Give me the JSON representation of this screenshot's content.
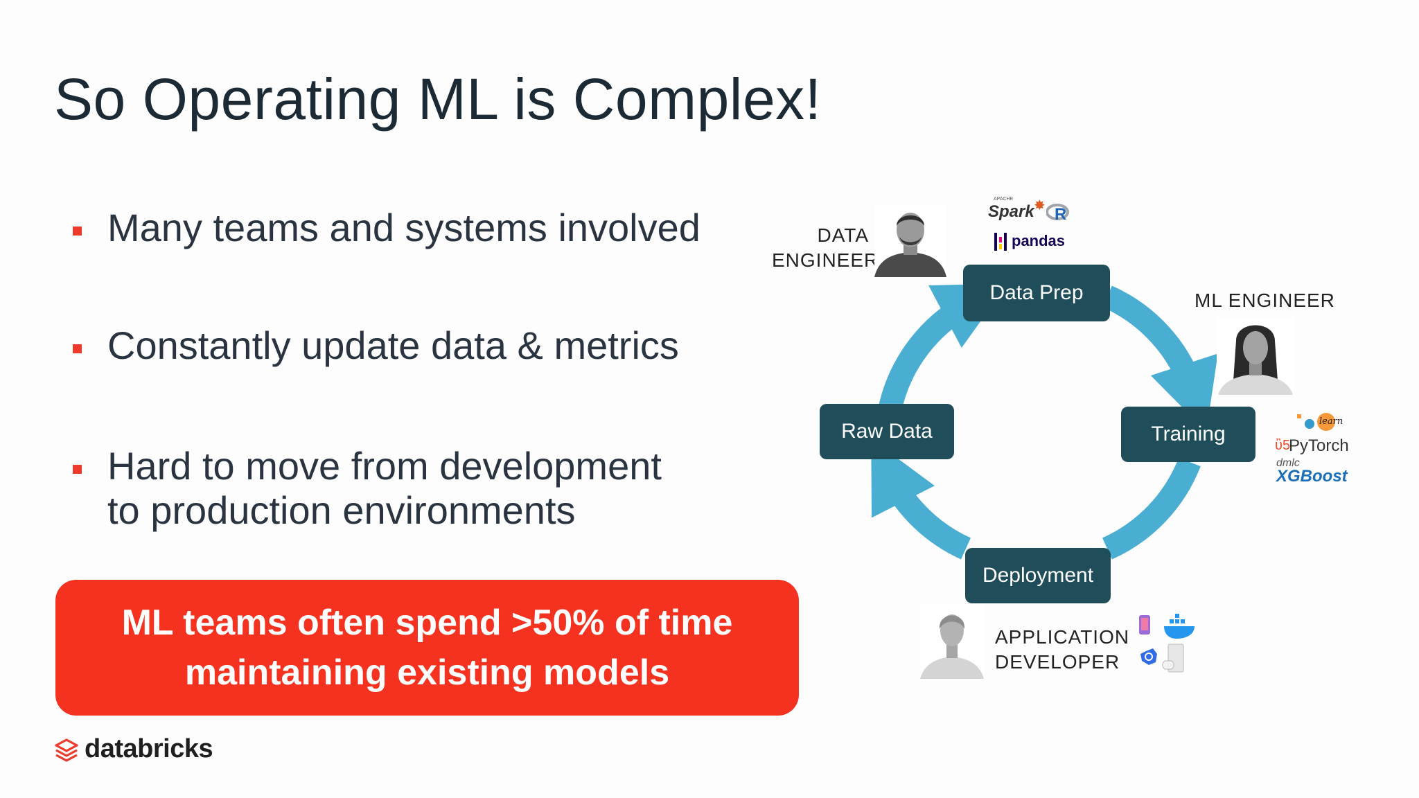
{
  "slide": {
    "title": "So Operating ML is Complex!",
    "bullets": [
      {
        "text": "Many teams and systems involved"
      },
      {
        "text": "Constantly update data & metrics"
      },
      {
        "text": "Hard to move from development",
        "text2": "to production environments"
      }
    ],
    "callout": {
      "line1": "ML teams often spend >50% of time",
      "line2": "maintaining existing models"
    },
    "logo": {
      "text": "databricks",
      "color": "#ee3a2a"
    }
  },
  "diagram": {
    "cycle_color": "#4aaed3",
    "node_color": "#1f4e5a",
    "nodes": {
      "data_prep": "Data Prep",
      "training": "Training",
      "deployment": "Deployment",
      "raw_data": "Raw Data"
    },
    "roles": {
      "data_engineer_line1": "DATA",
      "data_engineer_line2": "ENGINEER",
      "ml_engineer": "ML ENGINEER",
      "app_dev_line1": "APPLICATION",
      "app_dev_line2": "DEVELOPER"
    },
    "tools": {
      "spark_small": "APACHE",
      "spark": "Spark",
      "r": "R",
      "pandas": "pandas",
      "sklearn": "learn",
      "pytorch": "PyTorch",
      "dmlc": "dmlc",
      "xgboost": "XGBoost"
    }
  }
}
